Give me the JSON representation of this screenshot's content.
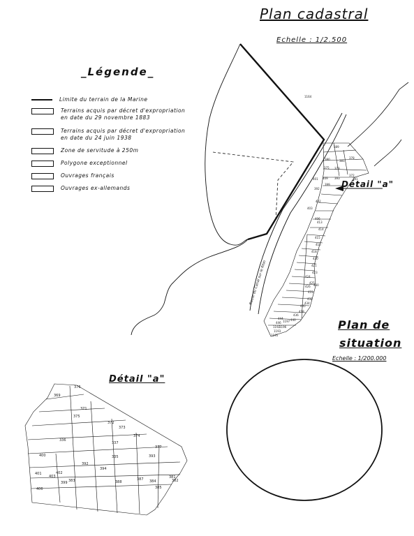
{
  "title": "Plan cadastral",
  "scale_main": "Echelle : 1/2.500",
  "legend": {
    "title": "Légende",
    "items": [
      {
        "line1": "Limite du terrain de la Marine",
        "line2": "",
        "style": "line"
      },
      {
        "line1": "Terrains acquis par décret d'expropriation",
        "line2": "en date du 29 novembre 1883",
        "style": "box"
      },
      {
        "line1": "Terrains acquis par décret d'expropriation",
        "line2": "en date du 24 juin 1938",
        "style": "box"
      },
      {
        "line1": "Zone de servitude à 250m",
        "line2": "",
        "style": "box"
      },
      {
        "line1": "Polygone exceptionnel",
        "line2": "",
        "style": "box"
      },
      {
        "line1": "Ouvrages français",
        "line2": "",
        "style": "box"
      },
      {
        "line1": "Ouvrages ex-allemands",
        "line2": "",
        "style": "box"
      }
    ]
  },
  "detail_a_pointer": "Détail \"a\"",
  "detail_a_title": "Détail \"a\"",
  "situation": {
    "line1": "Plan de",
    "line2": "situation"
  },
  "scale_situation": "Echelle : 1/200.000",
  "road_label": "Route du Canal sur le Rhin",
  "main_parcels": [
    "1164",
    "389",
    "380",
    "381",
    "378",
    "375",
    "373",
    "372",
    "409",
    "393",
    "391",
    "401",
    "399",
    "392",
    "402",
    "403",
    "406",
    "413",
    "414",
    "415",
    "416",
    "418",
    "420",
    "421",
    "423",
    "424",
    "425",
    "426",
    "430",
    "431",
    "432",
    "434",
    "435",
    "438",
    "436",
    "440",
    "444",
    "446",
    "1192",
    "1193",
    "1195",
    "1196",
    "1197"
  ],
  "detail_parcels": [
    "376",
    "369",
    "371",
    "377",
    "372",
    "373",
    "374",
    "336",
    "375",
    "337",
    "400",
    "392",
    "393",
    "335",
    "394",
    "401",
    "403",
    "402",
    "388",
    "387",
    "399",
    "383",
    "384",
    "385",
    "381",
    "382",
    "406"
  ]
}
